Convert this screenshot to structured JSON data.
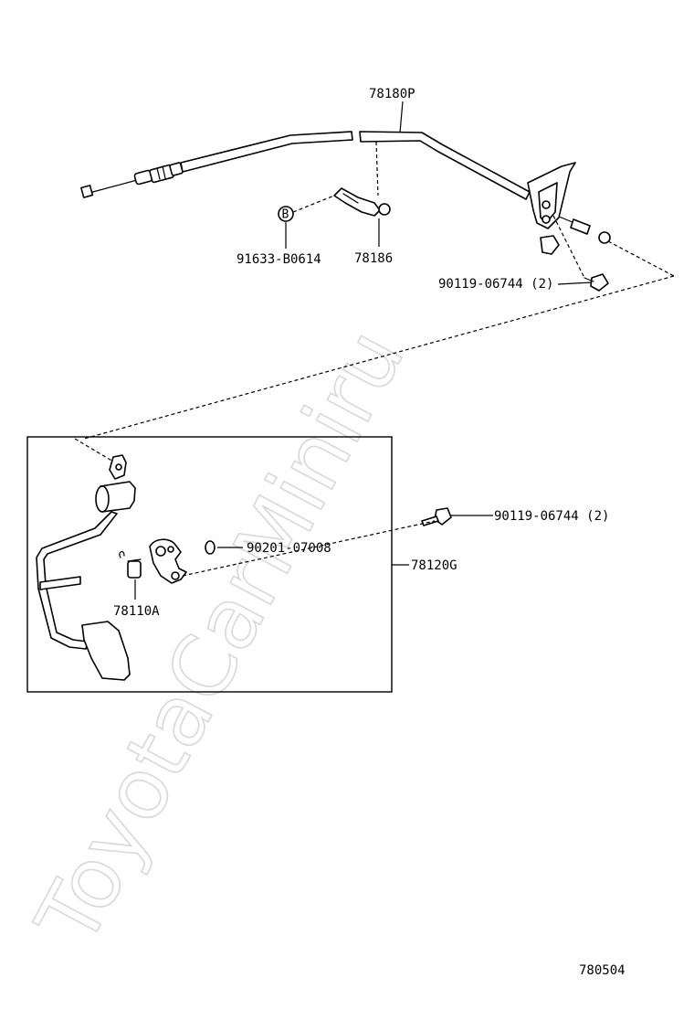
{
  "watermark": "ToyotaCarMiniru",
  "diagram_code": "780504",
  "parts": {
    "cable": "78180P",
    "clamp": "78186",
    "clip": "91633-B0614",
    "clip_badge": "B",
    "bolt_upper": "90119-06744 (2)",
    "bolt_lower": "90119-06744 (2)",
    "bushing": "90201-07008",
    "pedal_assy": "78120G",
    "spring": "78110A"
  }
}
